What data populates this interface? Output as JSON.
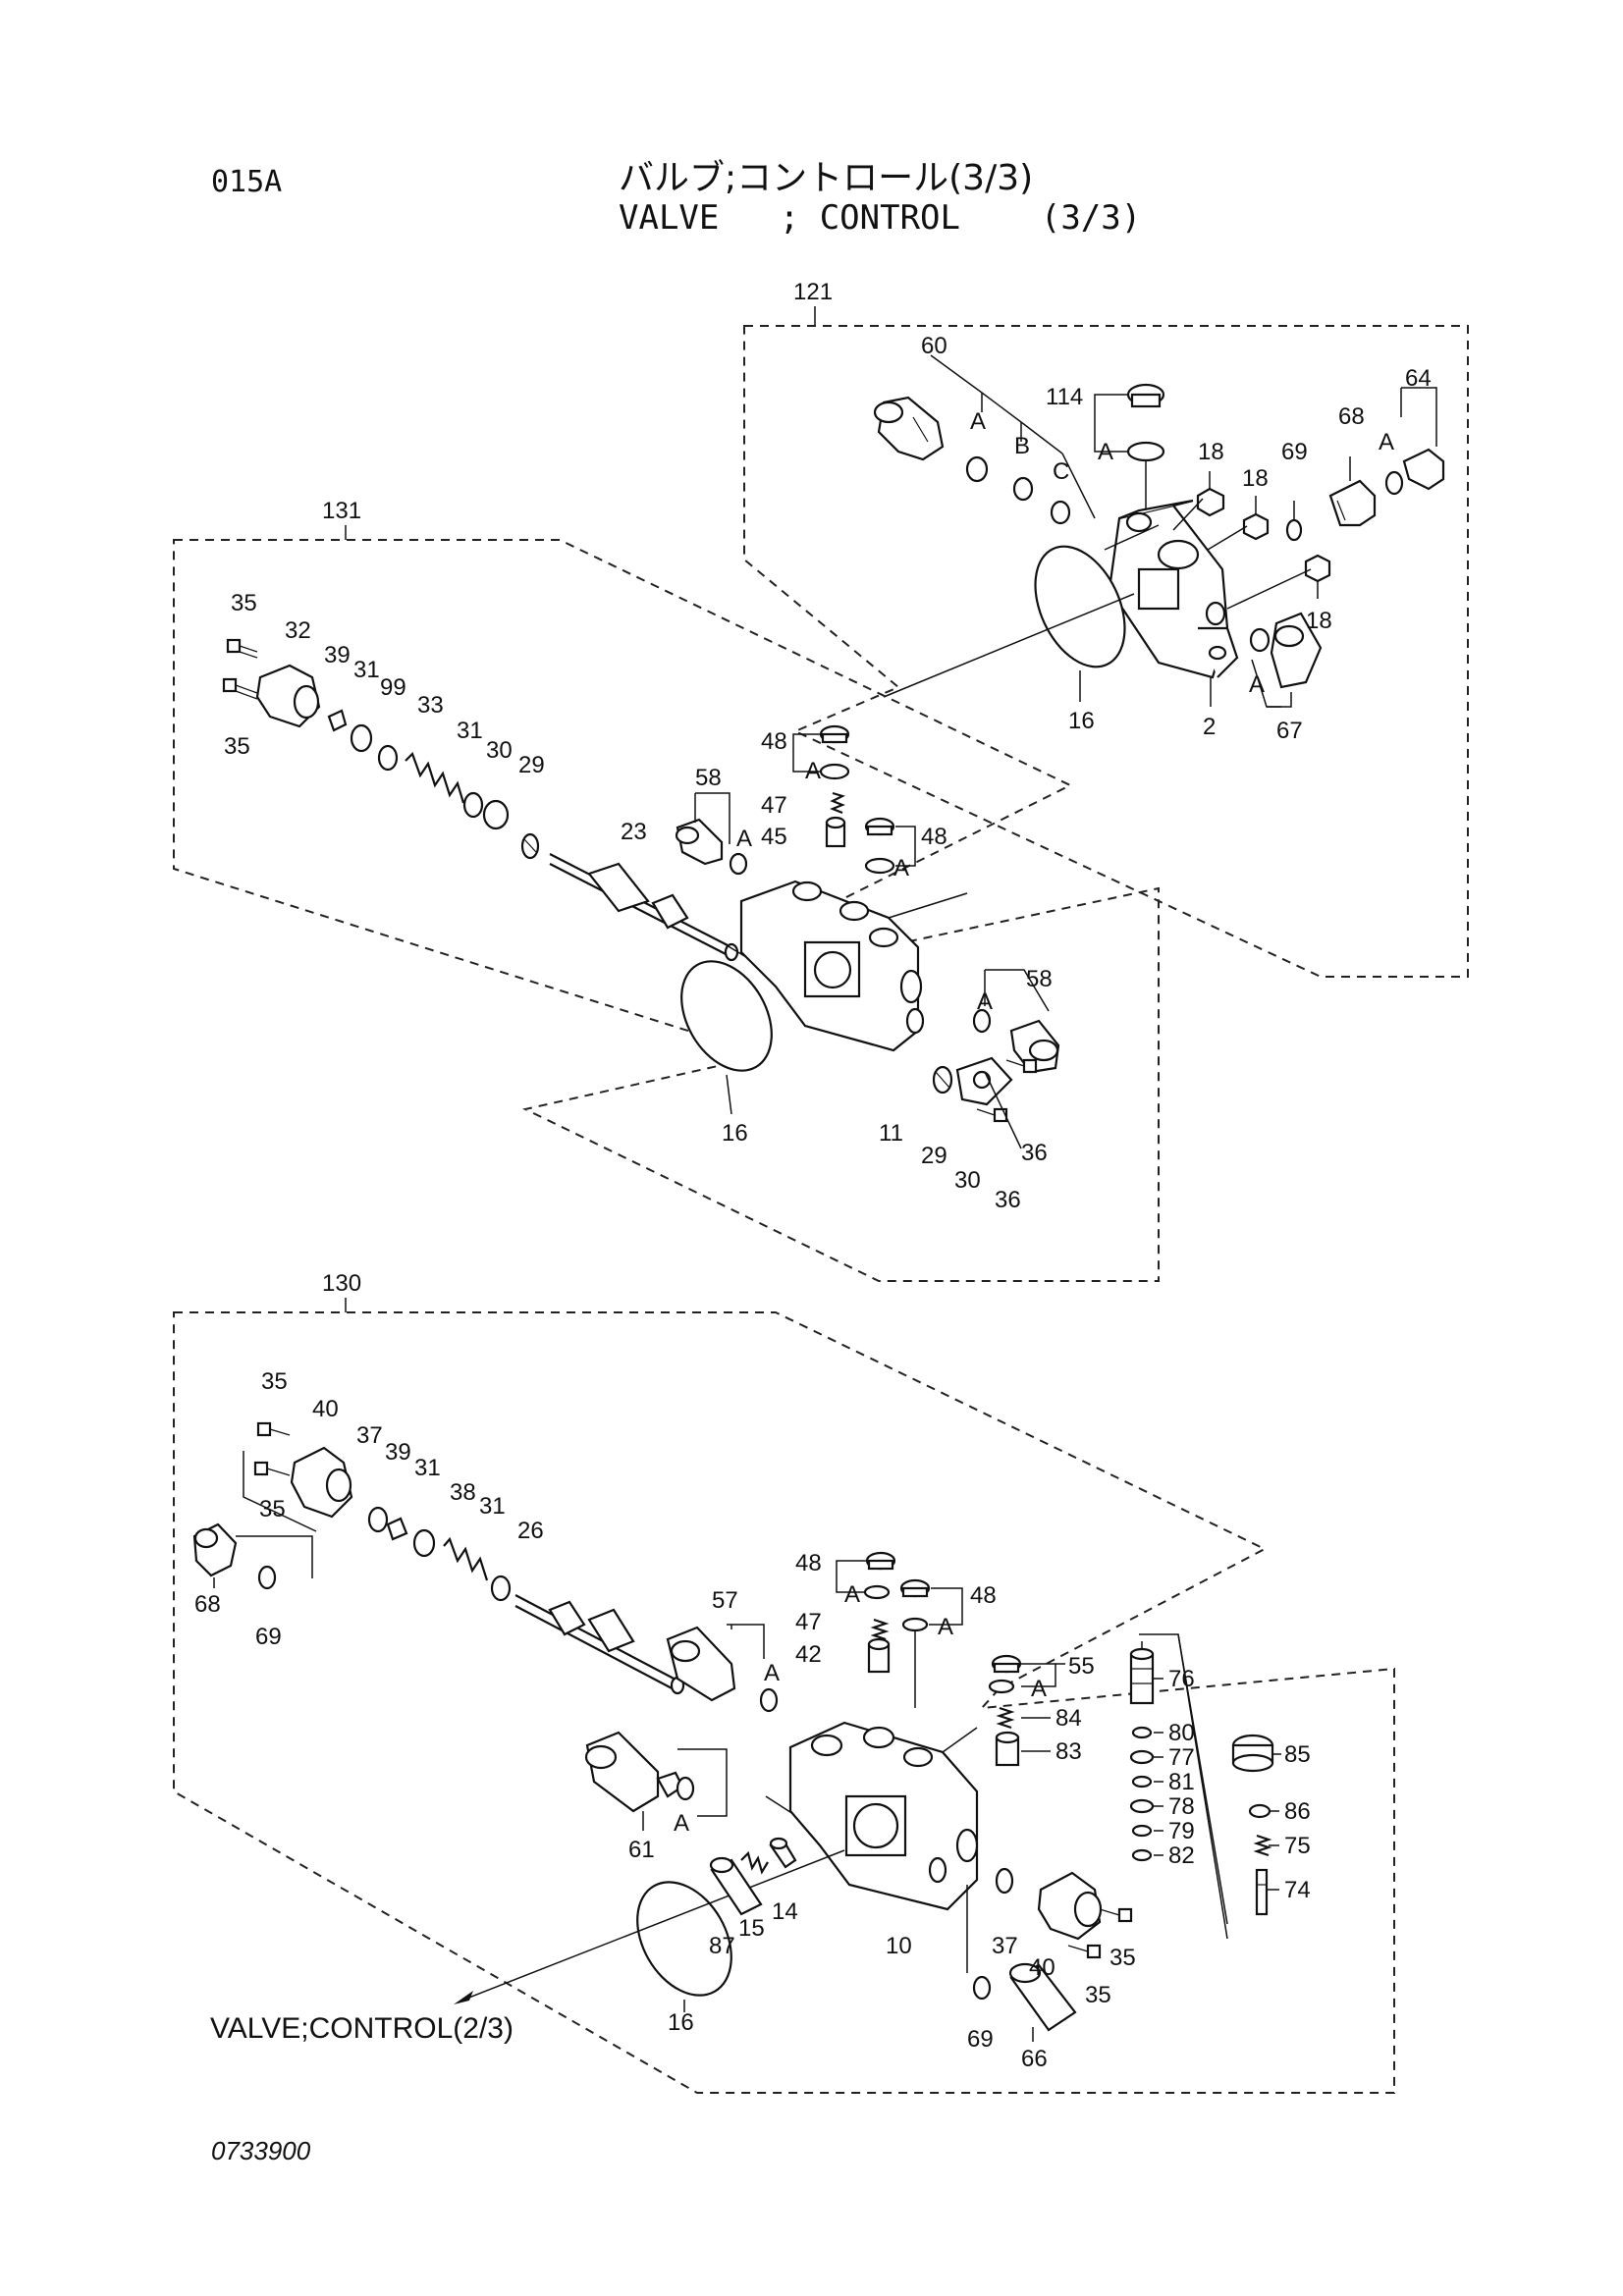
{
  "header": {
    "page_code": "015A",
    "title_jp": "バルブ;コントロール(3/3)",
    "title_en": "VALVE   ; CONTROL    (3/3)"
  },
  "footer": {
    "drawing_number": "0733900",
    "reference_note": "VALVE;CONTROL(2/3)"
  },
  "groups": {
    "g121": "121",
    "g131": "131",
    "g130": "130"
  },
  "labels": {
    "a60": "60",
    "a114": "114",
    "a64": "64",
    "a68": "68",
    "a69": "69",
    "a18a": "18",
    "a18b": "18",
    "a18c": "18",
    "a16": "16",
    "a2": "2",
    "a67": "67",
    "aA1": "A",
    "aB": "B",
    "aC": "C",
    "aA2": "A",
    "aA3": "A",
    "aA4": "A",
    "b35a": "35",
    "b35b": "35",
    "b32": "32",
    "b39": "39",
    "b31a": "31",
    "b99": "99",
    "b33": "33",
    "b31b": "31",
    "b30a": "30",
    "b29a": "29",
    "b23": "23",
    "b48a": "48",
    "b47": "47",
    "b45": "45",
    "b48b": "48",
    "b58a": "58",
    "b58b": "58",
    "b16": "16",
    "b11": "11",
    "b29b": "29",
    "b30b": "30",
    "b36a": "36",
    "b36b": "36",
    "bA1": "A",
    "bA2": "A",
    "bA3": "A",
    "bA4": "A",
    "c35a": "35",
    "c40a": "40",
    "c37a": "37",
    "c39": "39",
    "c31a": "31",
    "c38": "38",
    "c31b": "31",
    "c26": "26",
    "c35b": "35",
    "c68": "68",
    "c69a": "69",
    "c48a": "48",
    "c48b": "48",
    "c47": "47",
    "c42": "42",
    "c57": "57",
    "c55": "55",
    "c84": "84",
    "c83": "83",
    "c76": "76",
    "c80": "80",
    "c77": "77",
    "c81": "81",
    "c78": "78",
    "c79": "79",
    "c82": "82",
    "c85": "85",
    "c86": "86",
    "c75": "75",
    "c74": "74",
    "c61": "61",
    "c16": "16",
    "c87": "87",
    "c15": "15",
    "c14": "14",
    "c10": "10",
    "c37b": "37",
    "c40b": "40",
    "c35c": "35",
    "c35d": "35",
    "c69b": "69",
    "c66": "66",
    "cA1": "A",
    "cA2": "A",
    "cA3": "A",
    "cA4": "A",
    "cA5": "A"
  }
}
